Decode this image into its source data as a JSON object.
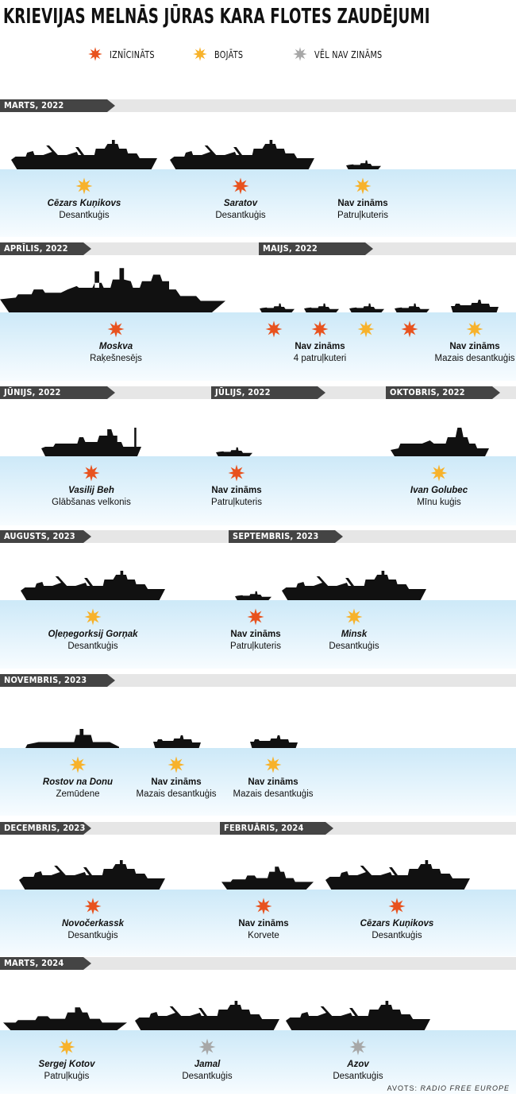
{
  "title": "KRIEVIJAS MELNĀS JŪRAS KARA FLOTES ZAUDĒJUMI",
  "legend": [
    {
      "label": "IZNĪCINĀTS",
      "status": "destroyed"
    },
    {
      "label": "BOJĀTS",
      "status": "damaged"
    },
    {
      "label": "VĒL NAV ZINĀMS",
      "status": "unknown"
    }
  ],
  "colors": {
    "destroyed": "#e8521e",
    "damaged": "#f7b22b",
    "unknown": "#a7a7a7",
    "header": "#444444",
    "sea": "#cde9f8"
  },
  "rows": [
    {
      "periods": [
        "MARTS, 2022"
      ],
      "ships": [
        {
          "name": "Cēzars Kuņikovs",
          "type": "Desantkuģis",
          "status": "damaged",
          "italic": true,
          "shape": "landing"
        },
        {
          "name": "Saratov",
          "type": "Desantkuģis",
          "status": "destroyed",
          "italic": true,
          "shape": "landing"
        },
        {
          "name": "Nav zināms",
          "type": "Patruļkuteris",
          "status": "damaged",
          "italic": false,
          "shape": "patrol"
        }
      ]
    },
    {
      "periods": [
        "APRĪLIS, 2022",
        "MAIJS, 2022"
      ],
      "ships": [
        {
          "name": "Moskva",
          "type": "Raķešnesējs",
          "status": "destroyed",
          "italic": true,
          "shape": "cruiser"
        },
        {
          "name": "",
          "type": "",
          "status": "destroyed",
          "italic": false,
          "shape": "patrol"
        },
        {
          "name": "Nav zināms",
          "type": "4 patruļkuteri",
          "status": "destroyed",
          "italic": false,
          "shape": "patrol"
        },
        {
          "name": "",
          "type": "",
          "status": "damaged",
          "italic": false,
          "shape": "patrol"
        },
        {
          "name": "",
          "type": "",
          "status": "destroyed",
          "italic": false,
          "shape": "patrol"
        },
        {
          "name": "Nav zināms",
          "type": "Mazais desantkuģis",
          "status": "damaged",
          "italic": false,
          "shape": "smalllanding"
        }
      ]
    },
    {
      "periods": [
        "JŪNIJS, 2022",
        "JŪLIJS, 2022",
        "OKTOBRIS, 2022"
      ],
      "ships": [
        {
          "name": "Vasilij Beh",
          "type": "Glābšanas velkonis",
          "status": "destroyed",
          "italic": true,
          "shape": "tug"
        },
        {
          "name": "Nav zināms",
          "type": "Patruļkuteris",
          "status": "destroyed",
          "italic": false,
          "shape": "patrol"
        },
        {
          "name": "Ivan Golubec",
          "type": "Mīnu kuģis",
          "status": "damaged",
          "italic": true,
          "shape": "minesweeper"
        }
      ]
    },
    {
      "periods": [
        "AUGUSTS, 2023",
        "SEPTEMBRIS, 2023"
      ],
      "ships": [
        {
          "name": "Oļeņegorksij Gorņak",
          "type": "Desantkuģis",
          "status": "damaged",
          "italic": true,
          "shape": "landing"
        },
        {
          "name": "Nav zināms",
          "type": "Patruļkuteris",
          "status": "destroyed",
          "italic": false,
          "shape": "patrol"
        },
        {
          "name": "Minsk",
          "type": "Desantkuģis",
          "status": "damaged",
          "italic": true,
          "shape": "landing"
        }
      ]
    },
    {
      "periods": [
        "NOVEMBRIS, 2023"
      ],
      "ships": [
        {
          "name": "Rostov na Donu",
          "type": "Zemūdene",
          "status": "damaged",
          "italic": true,
          "shape": "submarine"
        },
        {
          "name": "Nav zināms",
          "type": "Mazais desantkuģis",
          "status": "damaged",
          "italic": false,
          "shape": "smalllanding"
        },
        {
          "name": "Nav zināms",
          "type": "Mazais desantkuģis",
          "status": "damaged",
          "italic": false,
          "shape": "smalllanding"
        }
      ]
    },
    {
      "periods": [
        "DECEMBRIS, 2023",
        "FEBRUĀRIS, 2024"
      ],
      "ships": [
        {
          "name": "Novočerkassk",
          "type": "Desantkuģis",
          "status": "destroyed",
          "italic": true,
          "shape": "landing"
        },
        {
          "name": "Nav zināms",
          "type": "Korvete",
          "status": "destroyed",
          "italic": false,
          "shape": "corvette"
        },
        {
          "name": "Cēzars Kuņikovs",
          "type": "Desantkuģis",
          "status": "destroyed",
          "italic": true,
          "shape": "landing"
        }
      ]
    },
    {
      "periods": [
        "MARTS, 2024"
      ],
      "ships": [
        {
          "name": "Sergej Kotov",
          "type": "Patruļkuģis",
          "status": "damaged",
          "italic": true,
          "shape": "corvette"
        },
        {
          "name": "Jamal",
          "type": "Desantkuģis",
          "status": "unknown",
          "italic": true,
          "shape": "landing"
        },
        {
          "name": "Azov",
          "type": "Desantkuģis",
          "status": "unknown",
          "italic": true,
          "shape": "landing"
        }
      ]
    }
  ],
  "source": {
    "prefix": "AVOTS: ",
    "name": "RADIO FREE EUROPE"
  }
}
